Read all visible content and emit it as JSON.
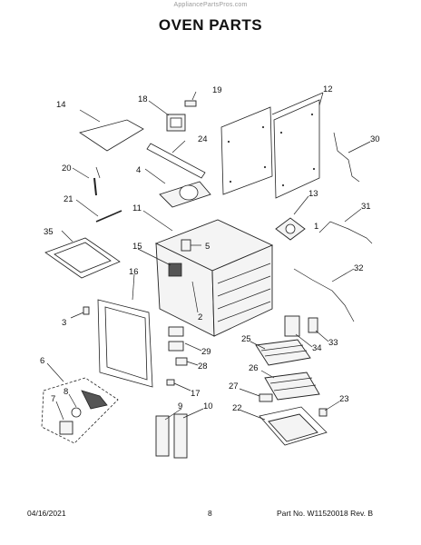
{
  "watermark": "AppliancePartsPros.com",
  "title": "OVEN PARTS",
  "footer": {
    "date": "04/16/2021",
    "page": "8",
    "part_no": "Part No. W11520018  Rev. B"
  },
  "callouts": [
    "1",
    "2",
    "3",
    "4",
    "5",
    "6",
    "7",
    "8",
    "9",
    "10",
    "11",
    "12",
    "13",
    "14",
    "15",
    "16",
    "17",
    "18",
    "19",
    "20",
    "21",
    "22",
    "23",
    "24",
    "25",
    "26",
    "27",
    "28",
    "29",
    "30",
    "31",
    "32",
    "33",
    "34",
    "35"
  ]
}
